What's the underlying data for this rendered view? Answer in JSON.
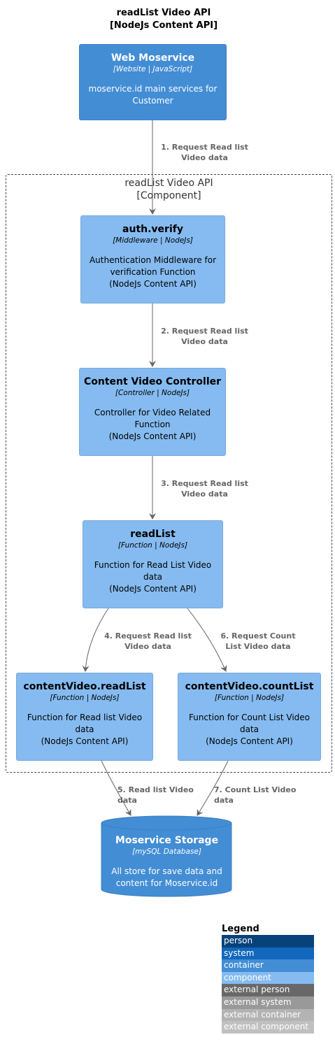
{
  "diagram_title": {
    "line1": "readList Video API",
    "line2": "[NodeJs Content API]"
  },
  "boundary": {
    "line1": "readList Video API",
    "line2": "[Component]"
  },
  "nodes": {
    "web": {
      "name": "Web Moservice",
      "tech": "[Website | JavaScript]",
      "desc": "moservice.id main services for Customer"
    },
    "auth": {
      "name": "auth.verify",
      "tech": "[Middleware | NodeJs]",
      "desc1": "Authentication Middleware for verification Function",
      "desc2": "(NodeJs Content API)"
    },
    "controller": {
      "name": "Content Video Controller",
      "tech": "[Controller | NodeJs]",
      "desc1": "Controller for Video Related Function",
      "desc2": "(NodeJs Content API)"
    },
    "readlist": {
      "name": "readList",
      "tech": "[Function | NodeJs]",
      "desc1": "Function for Read List Video data",
      "desc2": "(NodeJs Content API)"
    },
    "cv_readlist": {
      "name": "contentVideo.readList",
      "tech": "[Function | NodeJs]",
      "desc1": "Function for Read list Video data",
      "desc2": "(NodeJs Content API)"
    },
    "cv_countlist": {
      "name": "contentVideo.countList",
      "tech": "[Function | NodeJs]",
      "desc1": "Function for Count List Video data",
      "desc2": "(NodeJs Content API)"
    },
    "storage": {
      "name": "Moservice Storage",
      "tech": "[mySQL Database]",
      "desc": "All store for save data and content for Moservice.id"
    }
  },
  "edges": {
    "e1": "1. Request Read list Video data",
    "e2": "2. Request Read list Video data",
    "e3": "3. Request Read list Video data",
    "e4": "4. Request Read list Video data",
    "e5": "5. Read list Video data",
    "e6": "6. Request Count List Video data",
    "e7": "7. Count List Video data"
  },
  "legend": {
    "title": "Legend",
    "items": [
      {
        "label": "person",
        "color": "#08427B"
      },
      {
        "label": "system",
        "color": "#1168BD"
      },
      {
        "label": "container",
        "color": "#438DD5"
      },
      {
        "label": "component",
        "color": "#85BBF0"
      },
      {
        "label": "external person",
        "color": "#686868"
      },
      {
        "label": "external system",
        "color": "#999999"
      },
      {
        "label": "external container",
        "color": "#B3B3B3"
      },
      {
        "label": "external component",
        "color": "#C0C0C0"
      }
    ]
  }
}
